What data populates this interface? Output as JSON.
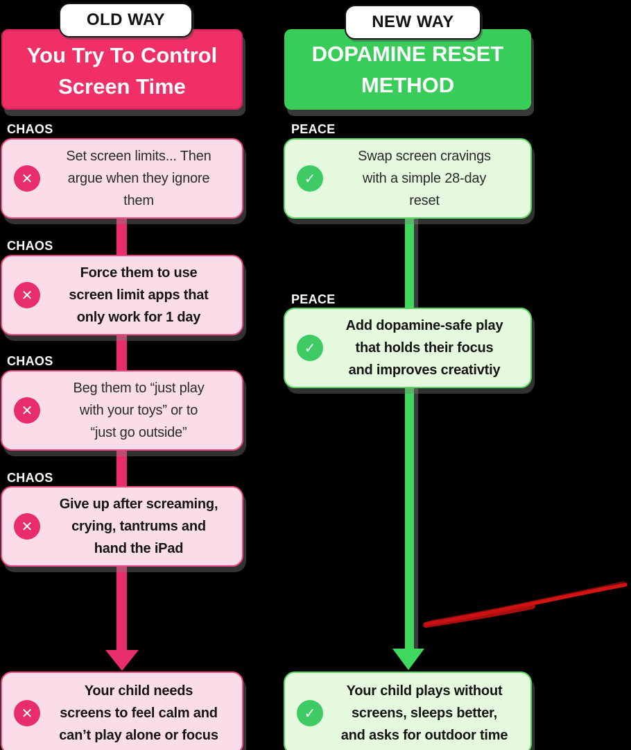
{
  "old_way": {
    "tag": "OLD WAY",
    "title": "You Try To Control\nScreen Time",
    "steps": [
      {
        "label": "CHAOS",
        "text": "Set screen limits... Then\nargue when they ignore\nthem"
      },
      {
        "label": "CHAOS",
        "text": "Force them to use\nscreen limit apps that\nonly work for 1 day"
      },
      {
        "label": "CHAOS",
        "text": "Beg them to “just play\nwith your toys” or to\n“just go outside”"
      },
      {
        "label": "CHAOS",
        "text": "Give up after screaming,\ncrying, tantrums and\nhand the iPad"
      }
    ],
    "result": "Your child needs\nscreens to feel calm and\ncan’t play alone or focus"
  },
  "new_way": {
    "tag": "NEW WAY",
    "title": "DOPAMINE RESET\nMETHOD",
    "steps": [
      {
        "label": "PEACE",
        "text": "Swap screen cravings\nwith a simple 28-day\nreset"
      },
      {
        "label": "PEACE",
        "text": "Add dopamine-safe play\nthat holds their focus\nand improves creativtiy"
      }
    ],
    "result": "Your child plays without\nscreens, sleeps better,\nand asks for outdoor time"
  },
  "icons": {
    "cross": "✕",
    "check": "✓"
  },
  "colors": {
    "background": "#000000",
    "old_header": "#ef2f66",
    "old_accent": "#e82d6d",
    "old_box_bg": "#fbdde9",
    "old_box_border": "#ef4684",
    "new_header": "#38cd58",
    "new_accent": "#3ed95c",
    "new_box_bg": "#e5f9df",
    "new_box_border": "#56d65f",
    "strike": "#d51313"
  }
}
